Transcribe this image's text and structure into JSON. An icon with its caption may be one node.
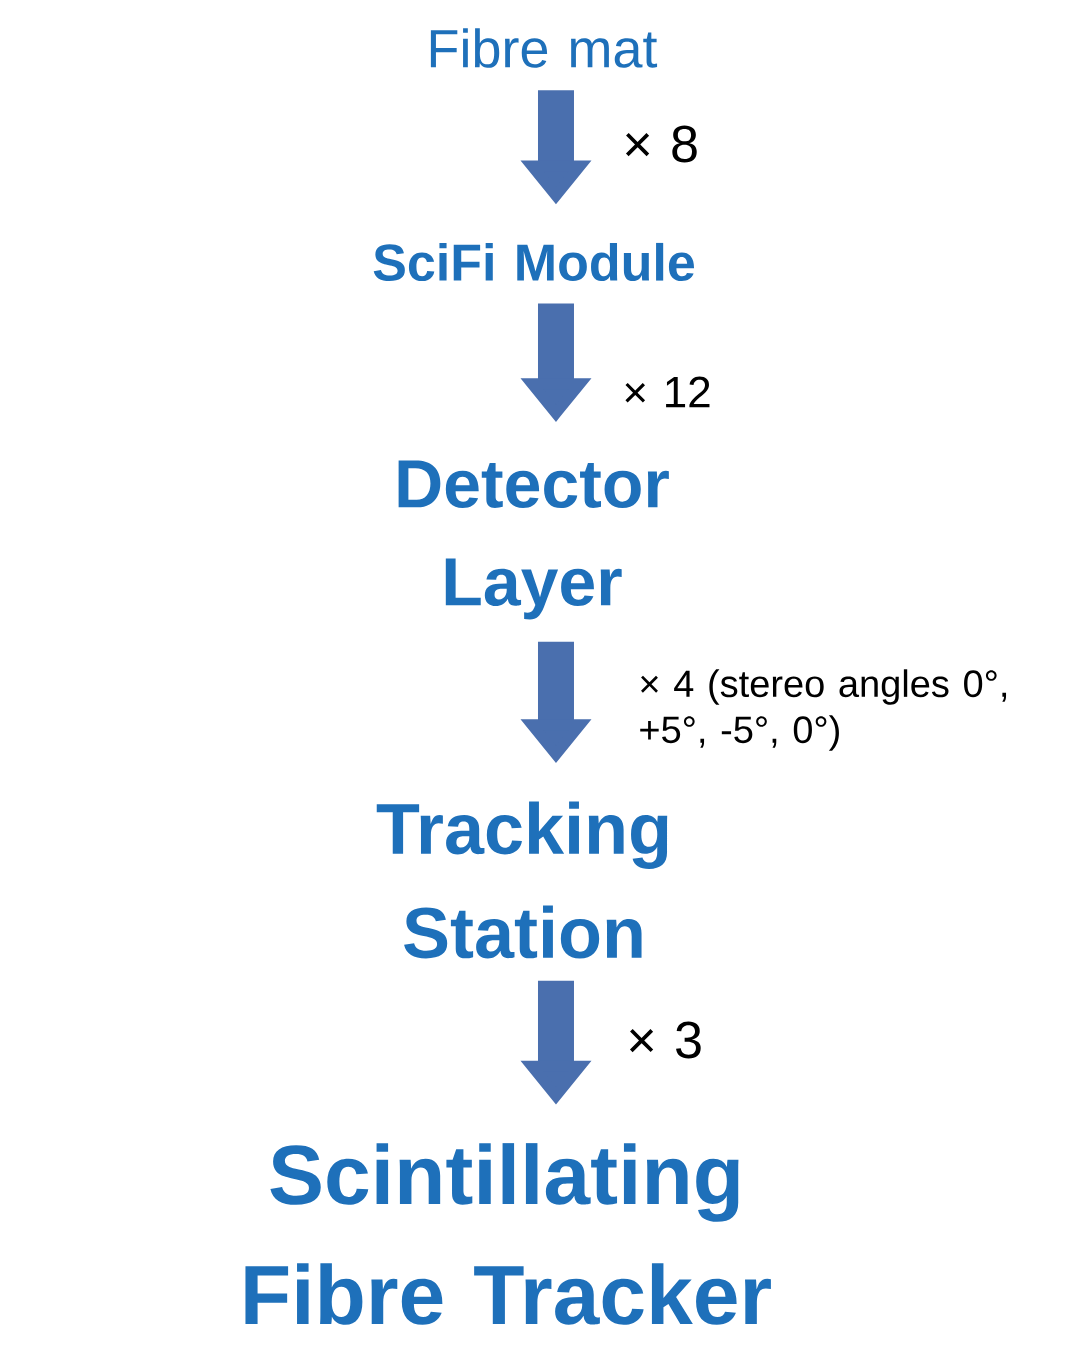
{
  "diagram": {
    "nodes": [
      {
        "text": [
          "Fibre mat"
        ]
      },
      {
        "text": [
          "SciFi Module"
        ]
      },
      {
        "text": [
          "Detector Layer"
        ]
      },
      {
        "text": [
          "Tracking Station"
        ]
      },
      {
        "text": [
          "Scintillating Fibre Tracker"
        ]
      }
    ],
    "edges": [
      {
        "from": 0,
        "to": 1,
        "arrow": "to",
        "label": "× 8"
      },
      {
        "from": 1,
        "to": 2,
        "arrow": "to",
        "label": "× 12"
      },
      {
        "from": 2,
        "to": 3,
        "arrow": "to",
        "label": "× 4 (stereo angles 0°, +5°, -5°, 0°)"
      },
      {
        "from": 3,
        "to": 4,
        "arrow": "to",
        "label": "× 3"
      }
    ]
  }
}
